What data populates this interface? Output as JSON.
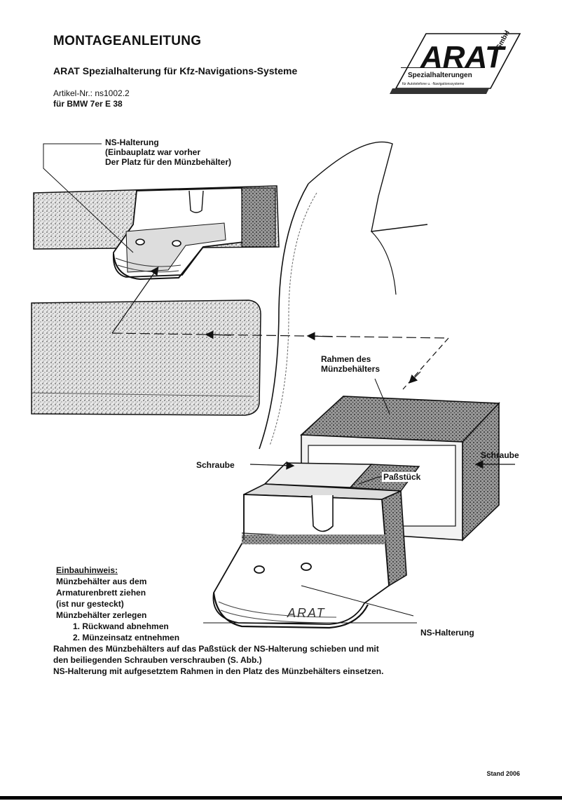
{
  "document": {
    "title": "MONTAGEANLEITUNG",
    "subtitle": "ARAT Spezialhalterung für Kfz-Navigations-Systeme",
    "article_number": "Artikel-Nr.: ns1002.2",
    "vehicle": "für BMW 7er E 38"
  },
  "logo": {
    "brand": "ARAT",
    "suffix": "GmbH",
    "tagline": "Spezialhalterungen",
    "subtagline": "für Autotelefone u. -Navigationssysteme"
  },
  "labels": {
    "ns_halterung_title": "NS-Halterung",
    "ns_halterung_note_1": "(Einbauplatz war vorher",
    "ns_halterung_note_2": "Der Platz für den Münzbehälter)",
    "rahmen_1": "Rahmen des",
    "rahmen_2": "Münzbehälters",
    "schraube_left": "Schraube",
    "schraube_right": "Schraube",
    "passstueck": "Paßstück",
    "ns_halterung_bottom": "NS-Halterung",
    "engraving": "ARAT"
  },
  "hint": {
    "heading": "Einbauhinweis:",
    "lines": [
      "Münzbehälter aus dem",
      "Armaturenbrett ziehen",
      "(ist nur gesteckt)",
      "Münzbehälter zerlegen"
    ],
    "steps": [
      "1.  Rückwand abnehmen",
      "2.  Münzeinsatz entnehmen"
    ],
    "instructions": [
      "Rahmen des Münzbehälters auf das Paßstück der NS-Halterung schieben und mit",
      "den beiliegenden Schrauben verschrauben (S. Abb.)",
      "NS-Halterung mit aufgesetztem Rahmen in den Platz des Münzbehälters einsetzen."
    ]
  },
  "footer": {
    "stand": "Stand 2006"
  }
}
